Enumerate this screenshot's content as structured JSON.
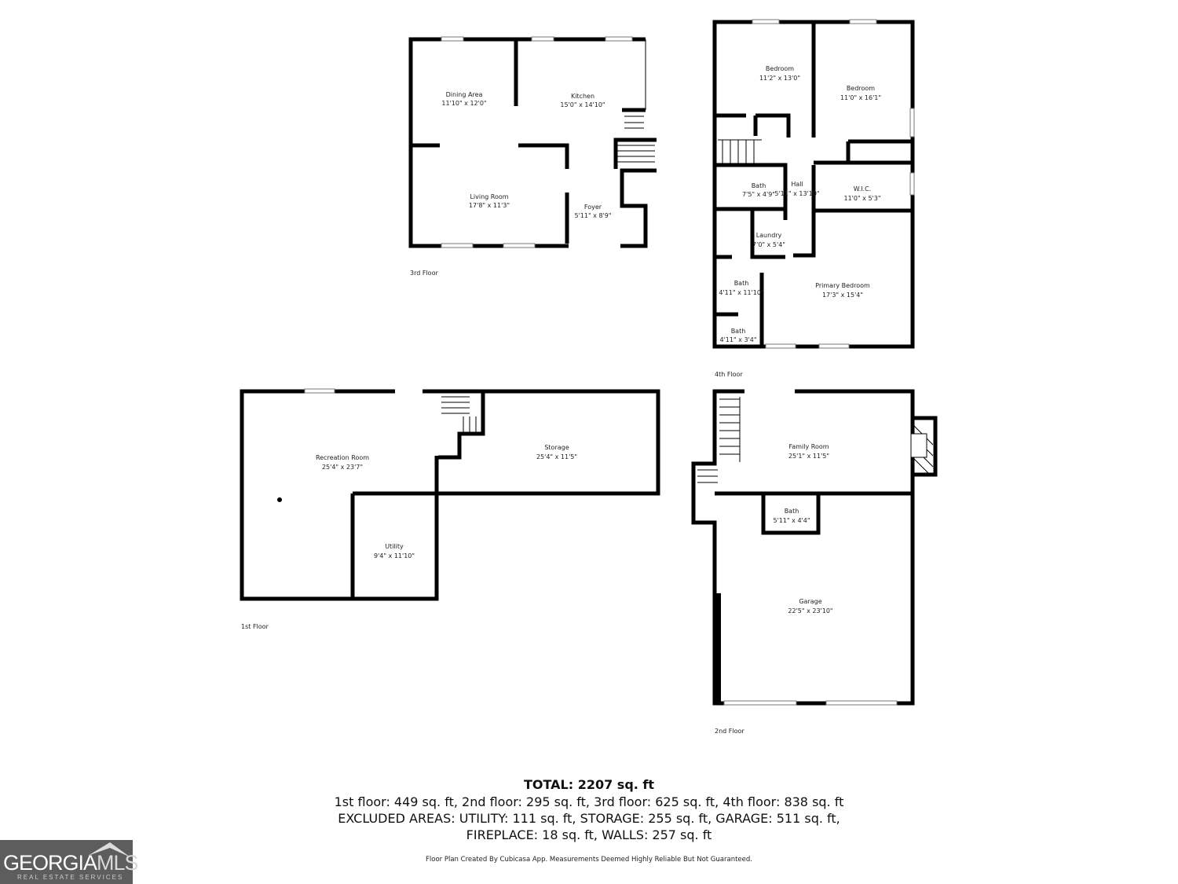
{
  "floors": {
    "third": {
      "label": "3rd Floor",
      "rooms": [
        {
          "name": "Dining Area",
          "dims": "11'10\" x 12'0\""
        },
        {
          "name": "Kitchen",
          "dims": "15'0\" x 14'10\""
        },
        {
          "name": "Living Room",
          "dims": "17'8\" x 11'3\""
        },
        {
          "name": "Foyer",
          "dims": "5'11\" x 8'9\""
        }
      ]
    },
    "fourth": {
      "label": "4th Floor",
      "rooms": [
        {
          "name": "Bedroom",
          "dims": "11'2\" x 13'0\""
        },
        {
          "name": "Bedroom",
          "dims": "11'0\" x 16'1\""
        },
        {
          "name": "Bath",
          "dims": "7'5\" x 4'9\""
        },
        {
          "name": "Hall",
          "dims": "5'11\" x 13'10\""
        },
        {
          "name": "W.I.C.",
          "dims": "11'0\" x 5'3\""
        },
        {
          "name": "Laundry",
          "dims": "7'0\" x 5'4\""
        },
        {
          "name": "Bath",
          "dims": "4'11\" x 11'10\""
        },
        {
          "name": "Primary Bedroom",
          "dims": "17'3\" x 15'4\""
        },
        {
          "name": "Bath",
          "dims": "4'11\" x 3'4\""
        }
      ]
    },
    "first": {
      "label": "1st Floor",
      "rooms": [
        {
          "name": "Recreation Room",
          "dims": "25'4\" x 23'7\""
        },
        {
          "name": "Storage",
          "dims": "25'4\" x 11'5\""
        },
        {
          "name": "Utility",
          "dims": "9'4\" x 11'10\""
        }
      ]
    },
    "second": {
      "label": "2nd Floor",
      "rooms": [
        {
          "name": "Family Room",
          "dims": "25'1\" x 11'5\""
        },
        {
          "name": "Bath",
          "dims": "5'11\" x 4'4\""
        },
        {
          "name": "Garage",
          "dims": "22'5\" x 23'10\""
        }
      ]
    }
  },
  "summary": {
    "total": "TOTAL: 2207 sq. ft",
    "floors_line": "1st floor: 449 sq. ft, 2nd floor: 295 sq. ft, 3rd floor: 625 sq. ft, 4th floor: 838 sq. ft",
    "excluded_line1": "EXCLUDED AREAS: UTILITY: 111 sq. ft, STORAGE: 255 sq. ft, GARAGE: 511 sq. ft,",
    "excluded_line2": "FIREPLACE: 18 sq. ft, WALLS: 257 sq. ft"
  },
  "credit": "Floor Plan Created By Cubicasa App. Measurements Deemed Highly Reliable But Not Guaranteed.",
  "logo": {
    "main": "GEORGIA",
    "accent": "MLS",
    "sub": "REAL ESTATE SERVICES"
  }
}
